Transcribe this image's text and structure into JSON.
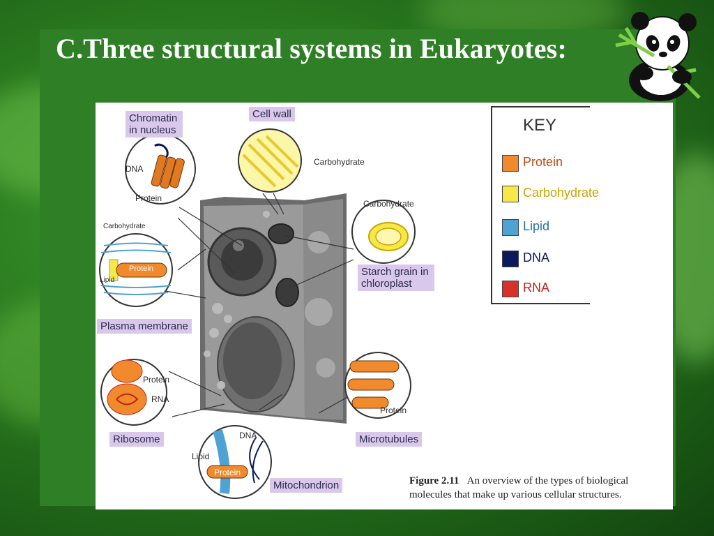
{
  "slide": {
    "title": "C.Three structural  systems in Eukaryotes:"
  },
  "figure": {
    "labels": {
      "chromatin": "Chromatin in nucleus",
      "cell_wall": "Cell wall",
      "plasma_membrane": "Plasma membrane",
      "starch": "Starch grain in chloroplast",
      "ribosome": "Ribosome",
      "microtubules": "Microtubules",
      "mitochondrion": "Mitochondrion"
    },
    "small_labels": {
      "dna_chromatin": "DNA",
      "protein_chromatin": "Protein",
      "carb_cellwall": "Carbohydrate",
      "carb_starch": "Carbohydrate",
      "carb_membrane": "Carbohydrate",
      "protein_membrane": "Protein",
      "lipid_membrane": "Lipid",
      "protein_ribosome": "Protein",
      "rna_ribosome": "RNA",
      "protein_micro": "Protein",
      "lipid_mito": "Lipid",
      "protein_mito": "Protein",
      "dna_mito": "DNA"
    },
    "key": {
      "title": "KEY",
      "items": [
        {
          "label": "Protein",
          "color": "#f08a2c",
          "text_color": "#c04a10"
        },
        {
          "label": "Carbohydrate",
          "color": "#f7e84a",
          "text_color": "#c9a400"
        },
        {
          "label": "Lipid",
          "color": "#4ea3d4",
          "text_color": "#2a6ea8"
        },
        {
          "label": "DNA",
          "color": "#0b1a5c",
          "text_color": "#0b1a5c"
        },
        {
          "label": "RNA",
          "color": "#d9302a",
          "text_color": "#c0221c"
        }
      ]
    },
    "caption": {
      "figure_number": "Figure 2.11",
      "text_line1": "An overview of the types of biological",
      "text_line2": "molecules that make up various cellular structures."
    }
  }
}
